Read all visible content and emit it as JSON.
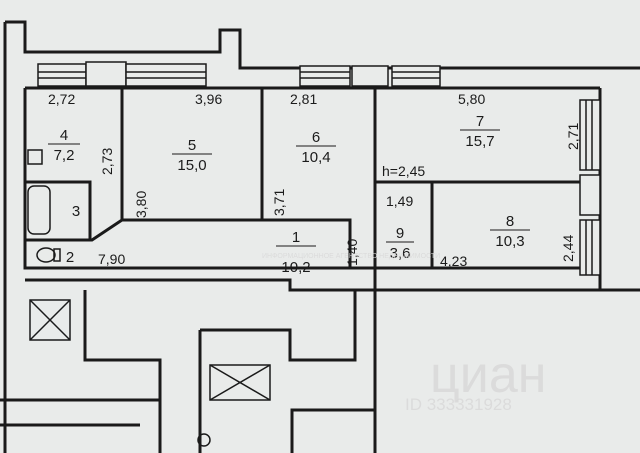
{
  "plan": {
    "ceiling_height": "h=2,45",
    "rooms": [
      {
        "num": "4",
        "area": "7,2"
      },
      {
        "num": "5",
        "area": "15,0"
      },
      {
        "num": "6",
        "area": "10,4"
      },
      {
        "num": "7",
        "area": "15,7"
      },
      {
        "num": "8",
        "area": "10,3"
      },
      {
        "num": "9",
        "area": "3,6"
      },
      {
        "num": "3",
        "area": ""
      },
      {
        "num": "2",
        "area": ""
      },
      {
        "num": "1",
        "area": "10,2"
      }
    ],
    "dimensions": {
      "r4_top": "2,72",
      "r4_side": "2,73",
      "r5_top": "3,96",
      "r5_side": "3,80",
      "r6_top": "2,81",
      "r6_side": "3,71",
      "r7_top": "5,80",
      "r7_side": "2,71",
      "r9_top": "1,49",
      "r8_side": "2,44",
      "hall_len": "7,90",
      "hall_side": "1,40",
      "r8_bottom": "4,23"
    }
  },
  "watermarks": {
    "agency_text": "ИНФОРМАЦИОННОЕ АГЕНТСТВО НЕДВИЖИМОСТИ",
    "site_brand": "циан",
    "listing_id": "ID 333331928"
  }
}
